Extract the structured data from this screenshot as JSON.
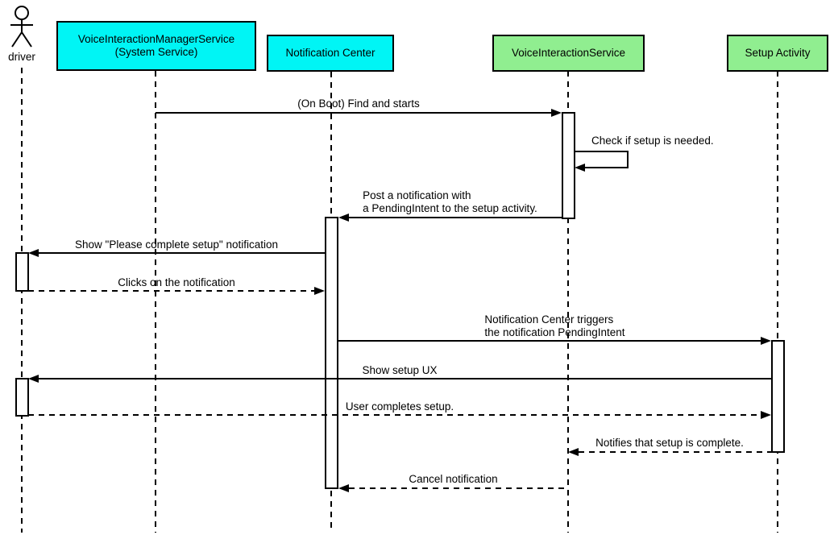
{
  "diagram": {
    "type": "uml-sequence",
    "actor": {
      "name": "driver"
    },
    "participants": [
      {
        "id": "voice-interaction-manager-service",
        "label": "VoiceInteractionManagerService\n(System Service)",
        "fill": "#00f5f5"
      },
      {
        "id": "notification-center",
        "label": "Notification Center",
        "fill": "#00f5f5"
      },
      {
        "id": "voice-interaction-service",
        "label": "VoiceInteractionService",
        "fill": "#90ee90"
      },
      {
        "id": "setup-activity",
        "label": "Setup Activity",
        "fill": "#90ee90"
      }
    ],
    "colors": {
      "line": "#000000",
      "background": "#ffffff",
      "activation_fill": "#ffffff"
    },
    "messages": [
      {
        "label": "(On Boot) Find and starts",
        "from": "VoiceInteractionManagerService (System Service)",
        "to": "VoiceInteractionService",
        "line": "solid"
      },
      {
        "label": "Check if setup is needed.",
        "from": "VoiceInteractionService",
        "to": "VoiceInteractionService",
        "line": "solid"
      },
      {
        "label": "Post a notification with\na PendingIntent to the setup activity.",
        "from": "VoiceInteractionService",
        "to": "Notification Center",
        "line": "solid"
      },
      {
        "label": "Show \"Please complete setup\" notification",
        "from": "Notification Center",
        "to": "driver",
        "line": "solid"
      },
      {
        "label": "Clicks on the notification",
        "from": "driver",
        "to": "Notification Center",
        "line": "dashed"
      },
      {
        "label": "Notification Center triggers\nthe notification PendingIntent",
        "from": "Notification Center",
        "to": "Setup Activity",
        "line": "solid"
      },
      {
        "label": "Show setup UX",
        "from": "Setup Activity",
        "to": "driver",
        "line": "solid"
      },
      {
        "label": "User completes setup.",
        "from": "driver",
        "to": "Setup Activity",
        "line": "dashed"
      },
      {
        "label": "Notifies that setup is complete.",
        "from": "Setup Activity",
        "to": "VoiceInteractionService",
        "line": "dashed"
      },
      {
        "label": "Cancel notification",
        "from": "VoiceInteractionService",
        "to": "Notification Center",
        "line": "dashed"
      }
    ]
  }
}
